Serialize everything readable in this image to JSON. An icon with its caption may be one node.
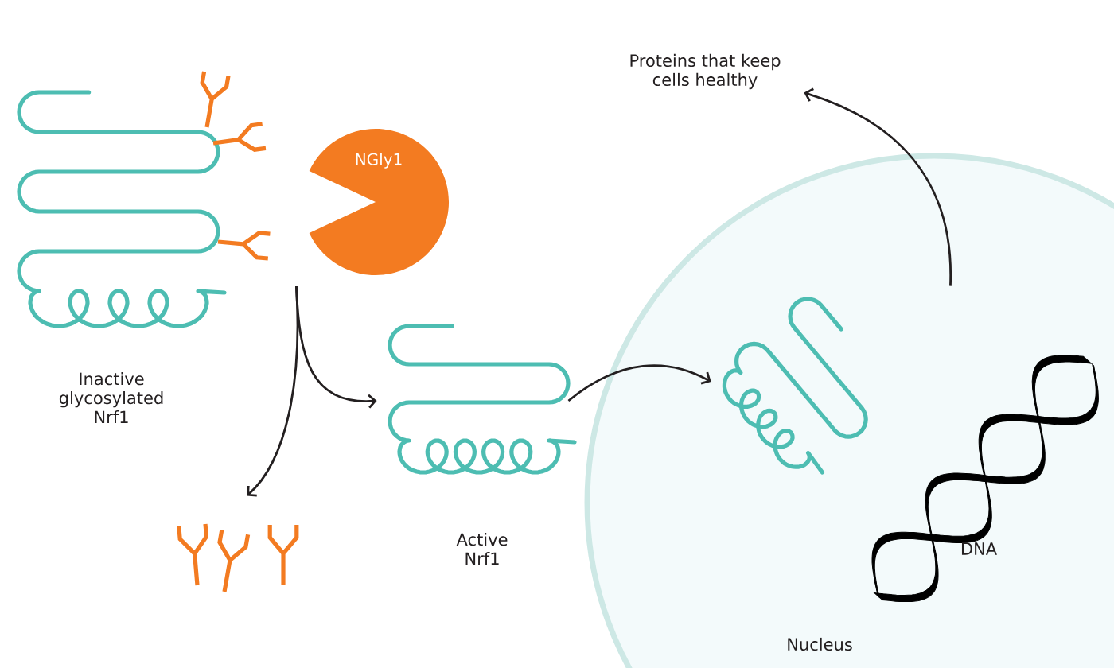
{
  "diagram": {
    "nodes": [
      {
        "text": [
          "Inactive glycosylated Nrf1"
        ]
      },
      {
        "text": [
          "NGly1"
        ]
      },
      {
        "text": [],
        "shape": "picture"
      },
      {
        "text": [
          "Active Nrf1"
        ]
      },
      {
        "text": [
          "Nucleus"
        ]
      },
      {
        "text": [],
        "shape": "picture",
        "in": 4
      },
      {
        "text": [
          "DNA"
        ],
        "in": 4
      },
      {
        "text": [
          "Proteins that keep cells healthy"
        ]
      }
    ],
    "edges": [
      {
        "from": 0,
        "to": 3,
        "arrow": "to"
      },
      {
        "from": 0,
        "to": 2,
        "arrow": "to"
      },
      {
        "from": 3,
        "to": 5,
        "arrow": "to"
      },
      {
        "from": 5,
        "to": 7,
        "arrow": "to"
      }
    ]
  }
}
